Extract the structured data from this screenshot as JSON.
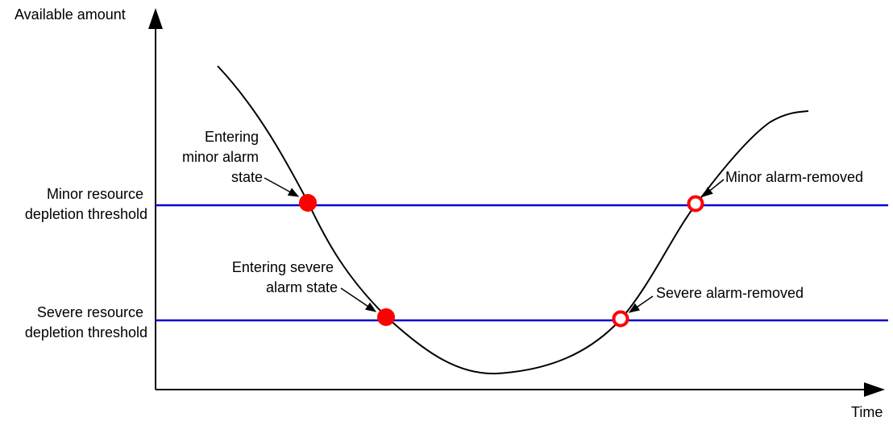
{
  "axes": {
    "y_label": "Available amount",
    "x_label": "Time"
  },
  "thresholds": {
    "minor": {
      "label_lines": [
        "Minor resource",
        "depletion threshold"
      ]
    },
    "severe": {
      "label_lines": [
        "Severe resource",
        "depletion threshold"
      ]
    }
  },
  "events": {
    "entering_minor": {
      "label_lines": [
        "Entering",
        "minor alarm",
        "state"
      ],
      "marker": "filled"
    },
    "entering_severe": {
      "label_lines": [
        "Entering severe",
        "alarm state"
      ],
      "marker": "filled"
    },
    "severe_removed": {
      "label_lines": [
        "Severe alarm-removed"
      ],
      "marker": "hollow"
    },
    "minor_removed": {
      "label_lines": [
        "Minor alarm-removed"
      ],
      "marker": "hollow"
    }
  },
  "colors": {
    "threshold_line": "#0000cc",
    "marker": "#ff0000",
    "curve": "#000000",
    "axis": "#000000"
  }
}
